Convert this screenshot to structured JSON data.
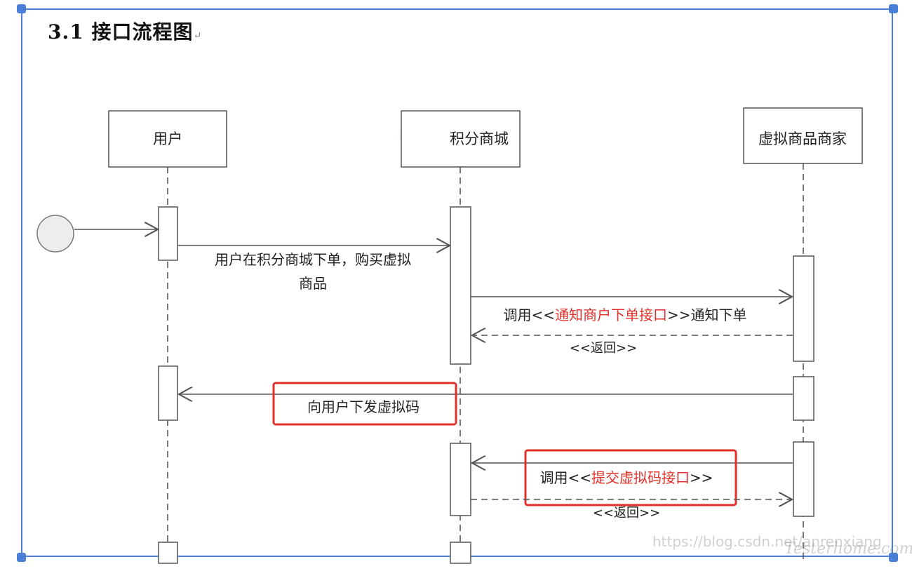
{
  "title": "3.1 接口流程图",
  "title_mark": "↵",
  "actors": [
    {
      "id": "user",
      "label": "用户"
    },
    {
      "id": "mall",
      "label": "积分商城"
    },
    {
      "id": "merchant",
      "label": "虚拟商品商家"
    }
  ],
  "messages": [
    {
      "id": "m1",
      "lines": [
        "用户在积分商城下单，购买虚拟",
        "商品"
      ]
    },
    {
      "id": "m2",
      "prefix": "调用<<",
      "highlight": "通知商户下单接口",
      "suffix": ">>通知下单"
    },
    {
      "id": "m3",
      "text": "<<返回>>"
    },
    {
      "id": "m4",
      "text": "向用户下发虚拟码"
    },
    {
      "id": "m5",
      "prefix": "调用<<",
      "highlight": "提交虚拟码接口",
      "suffix": ">>"
    },
    {
      "id": "m6",
      "text": "<<返回>>"
    }
  ],
  "watermark": "https://blog.csdn.net/anrenxiang",
  "watermark2": "Testerhome.com",
  "colors": {
    "frame": "#4a7fd8",
    "highlight_text": "#e0302a",
    "highlight_box": "#e0302a",
    "line": "#555555"
  }
}
